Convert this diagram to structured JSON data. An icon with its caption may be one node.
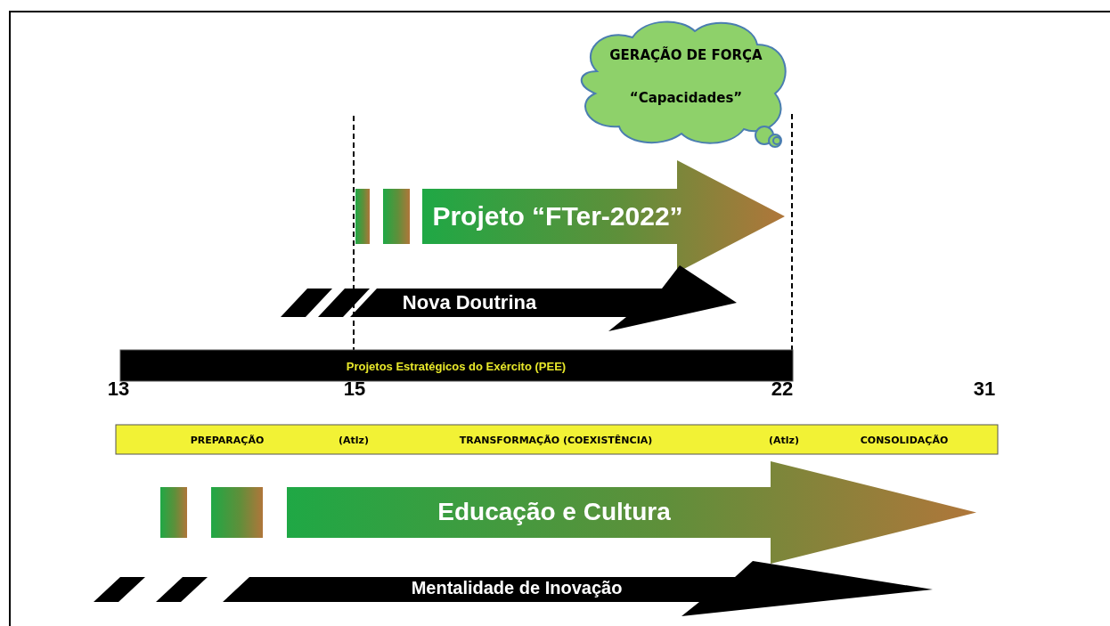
{
  "diagram": {
    "nodes": [
      {
        "text": [
          "GERAÇÃO DE FORÇA",
          "“Capacidades”"
        ]
      },
      {
        "text": [
          "Projeto “FTer-2022”"
        ]
      },
      {
        "text": [
          "Nova Doutrina"
        ]
      },
      {
        "text": [
          "Projetos  Estratégicos do Exército (PEE)"
        ]
      },
      {
        "text": [
          "PREPARAÇÃO",
          "(Atlz)",
          "TRANSFORMAÇÃO  (COEXISTÊNCIA)",
          "(Atlz)",
          "CONSOLIDAÇÃO"
        ]
      },
      {
        "text": [
          "Educação e Cultura"
        ]
      },
      {
        "text": [
          "Mentalidade de Inovação"
        ]
      }
    ],
    "labels": [
      "13",
      "15",
      "22",
      "31"
    ]
  }
}
